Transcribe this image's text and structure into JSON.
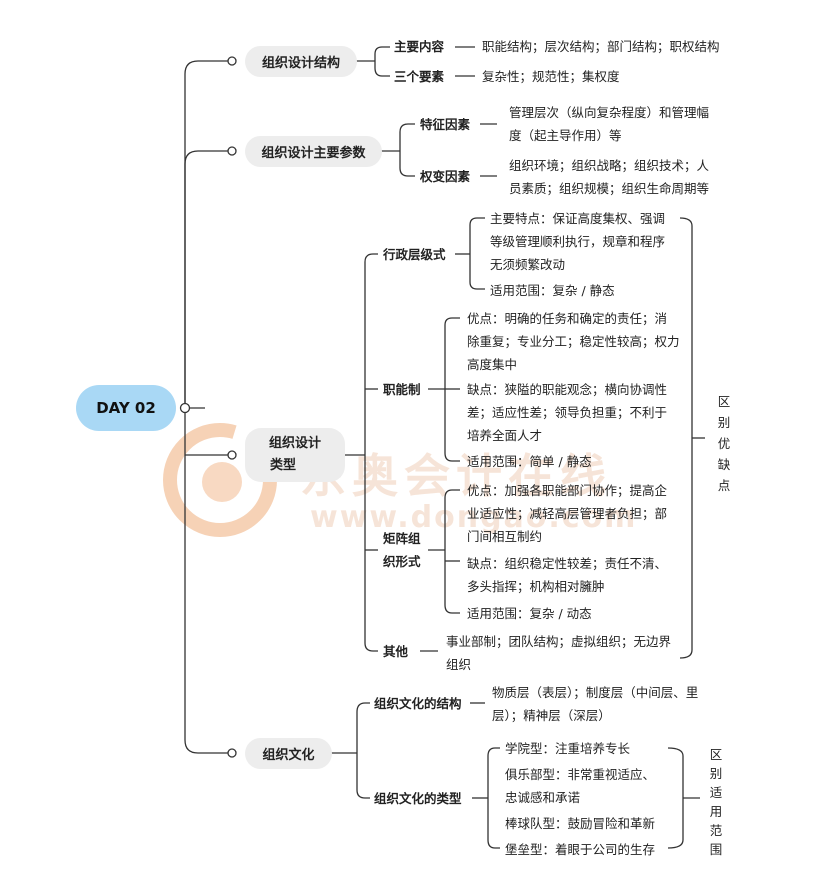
{
  "root": "DAY 02",
  "watermark": {
    "cn": "东奥会计在线",
    "url": "www.dongao.com"
  },
  "s1": {
    "title": "组织设计结构",
    "c1": {
      "label": "主要内容",
      "text": "职能结构；层次结构；部门结构；职权结构"
    },
    "c2": {
      "label": "三个要素",
      "text": "复杂性；规范性；集权度"
    }
  },
  "s2": {
    "title": "组织设计主要参数",
    "c1": {
      "label": "特征因素",
      "l1": "管理层次（纵向复杂程度）和管理幅",
      "l2": "度（起主导作用）等"
    },
    "c2": {
      "label": "权变因素",
      "l1": "组织环境；组织战略；组织技术；人",
      "l2": "员素质；组织规模；组织生命周期等"
    }
  },
  "s3": {
    "title_l1": "组织设计",
    "title_l2": "类型",
    "side": [
      "区",
      "别",
      "优",
      "缺",
      "点"
    ],
    "admin": {
      "label": "行政层级式",
      "a1": "主要特点：保证高度集权、强调",
      "a2": "等级管理顺利执行，规章和程序",
      "a3": "无须频繁改动",
      "scope": "适用范围：复杂 / 静态"
    },
    "func": {
      "label": "职能制",
      "p1": "优点：明确的任务和确定的责任；消",
      "p2": "除重复；专业分工；稳定性较高；权力",
      "p3": "高度集中",
      "n1": "缺点：狭隘的职能观念；横向协调性",
      "n2": "差；适应性差；领导负担重；不利于",
      "n3": "培养全面人才",
      "scope": "适用范围：简单 / 静态"
    },
    "matrix": {
      "label_l1": "矩阵组",
      "label_l2": "织形式",
      "p1": "优点：加强各职能部门协作；提高企",
      "p2": "业适应性；减轻高层管理者负担；部",
      "p3": "门间相互制约",
      "n1": "缺点：组织稳定性较差；责任不清、",
      "n2": "多头指挥；机构相对臃肿",
      "scope": "适用范围：复杂 / 动态"
    },
    "other": {
      "label": "其他",
      "l1": "事业部制；团队结构；虚拟组织；无边界",
      "l2": "组织"
    }
  },
  "s4": {
    "title": "组织文化",
    "structure": {
      "label": "组织文化的结构",
      "l1": "物质层（表层）；制度层（中间层、里",
      "l2": "层）；精神层（深层）"
    },
    "types": {
      "label": "组织文化的类型",
      "t1": "学院型：注重培养专长",
      "t2a": "俱乐部型：非常重视适应、",
      "t2b": "忠诚感和承诺",
      "t3": "棒球队型：鼓励冒险和革新",
      "t4": "堡垒型：着眼于公司的生存"
    },
    "side": [
      "区",
      "别",
      "适",
      "用",
      "范",
      "围"
    ]
  }
}
